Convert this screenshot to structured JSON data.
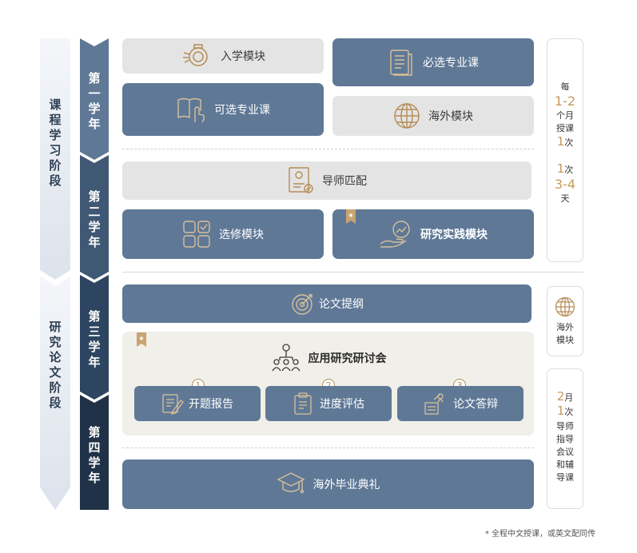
{
  "phases": {
    "course": "课程学习阶段",
    "thesis": "研究论文阶段"
  },
  "years": {
    "y1": "第一学年",
    "y2": "第二学年",
    "y3": "第三学年",
    "y4": "第四学年"
  },
  "modules": {
    "enrollment": "入学模块",
    "required": "必选专业课",
    "elective_courses": "可选专业课",
    "overseas_1": "海外模块",
    "mentor_match": "导师匹配",
    "elective_module": "选修模块",
    "research_practice": "研究实践模块",
    "thesis_outline": "论文提纲",
    "seminar_title": "应用研究研讨会",
    "seminar_steps": [
      {
        "num": "1",
        "label": "开题报告"
      },
      {
        "num": "2",
        "label": "进度评估"
      },
      {
        "num": "3",
        "label": "论文答辩"
      }
    ],
    "graduation": "海外毕业典礼"
  },
  "side_notes": {
    "freq_line1": "每",
    "freq_value1": "1-2",
    "freq_line2": "个月",
    "freq_line3": "授课",
    "freq_value2": "1",
    "freq_line4": "次",
    "dur_value1": "1",
    "dur_line1": "次",
    "dur_value2": "3-4",
    "dur_line2": "天",
    "overseas_line1": "海外",
    "overseas_line2": "模块",
    "mentor_value1": "2",
    "mentor_line1": "月",
    "mentor_value2": "1",
    "mentor_line2": "次",
    "mentor_rest": [
      "导师",
      "指导",
      "会议",
      "和辅",
      "导课"
    ]
  },
  "footnote": "* 全程中文授课，或英文配同传",
  "colors": {
    "module_blue": "#5f7896",
    "module_grey": "#e4e4e4",
    "accent_gold": "#c69a5c",
    "year_dark": "#1f3247",
    "seminar_bg": "#f1efe9"
  }
}
